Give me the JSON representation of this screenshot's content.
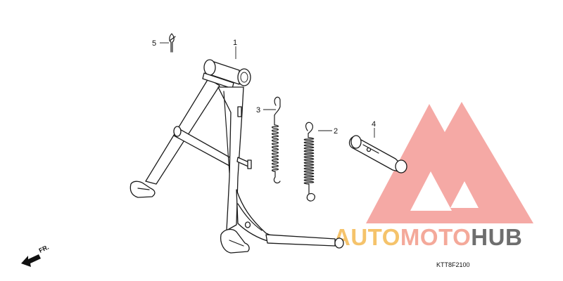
{
  "diagram": {
    "callouts": [
      {
        "id": "main-stand",
        "label": "1"
      },
      {
        "id": "spring-outer",
        "label": "2"
      },
      {
        "id": "spring-inner",
        "label": "3"
      },
      {
        "id": "pivot-pin",
        "label": "4"
      },
      {
        "id": "cotter-pin",
        "label": "5"
      }
    ],
    "direction_label": "FR.",
    "diagram_code": "KTT8F2100"
  },
  "watermark": {
    "word_parts": [
      "AUTO",
      "MOTO",
      "HUB"
    ],
    "colors": {
      "auto": "#f5c36b",
      "moto": "#f4a99a",
      "hub": "#6e6e6e",
      "logo": "#f4a4a0"
    }
  }
}
